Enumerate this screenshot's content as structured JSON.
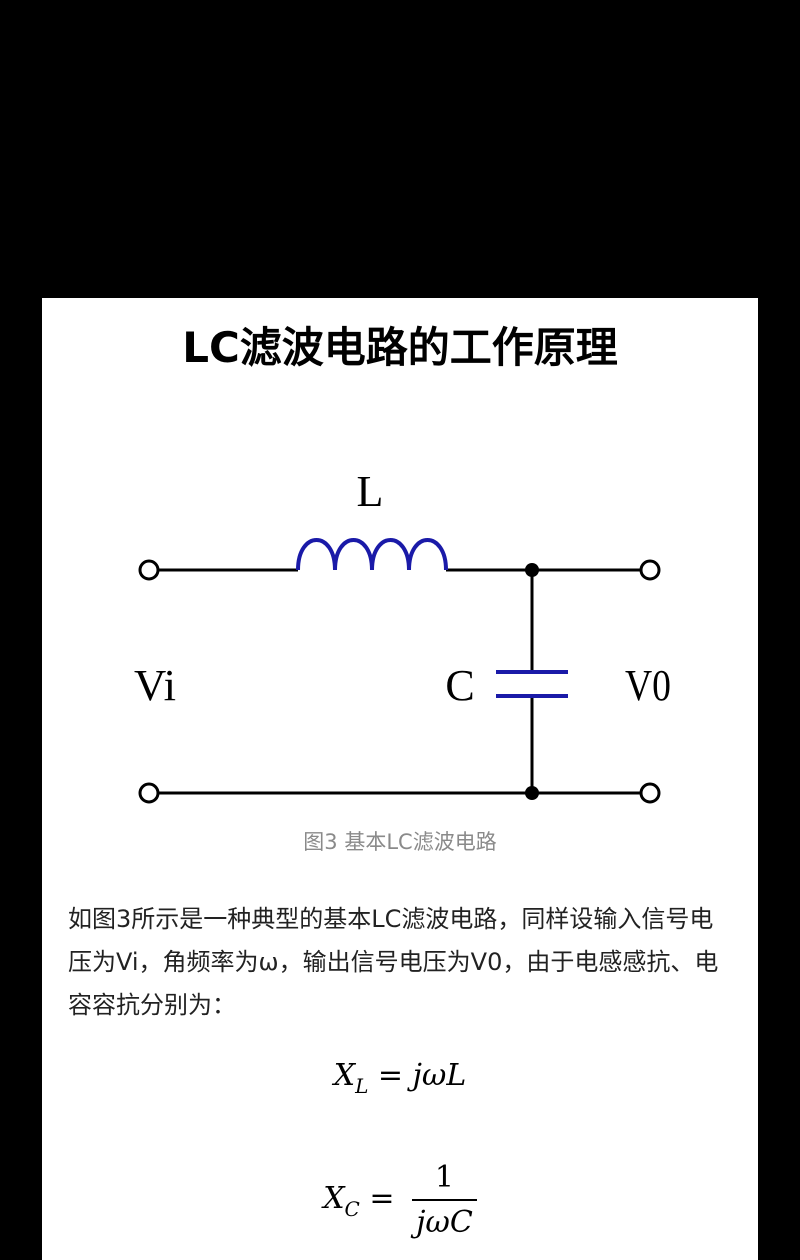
{
  "article": {
    "title": "LC滤波电路的工作原理",
    "figure": {
      "labels": {
        "inductor": "L",
        "capacitor": "C",
        "input": "Vi",
        "output": "V0"
      },
      "colors": {
        "wire": "#000000",
        "component": "#1a1aa8"
      },
      "caption": "图3 基本LC滤波电路"
    },
    "paragraph": "如图3所示是一种典型的基本LC滤波电路，同样设输入信号电压为Vi，角频率为ω，输出信号电压为V0，由于电感感抗、电容容抗分别为：",
    "formula_xl": {
      "lhs": "X",
      "sub": "L",
      "eq": " = ",
      "rhs": "jωL"
    },
    "formula_xc": {
      "lhs": "X",
      "sub": "C",
      "eq": " = ",
      "numerator": "1",
      "denominator": "jωC"
    }
  }
}
